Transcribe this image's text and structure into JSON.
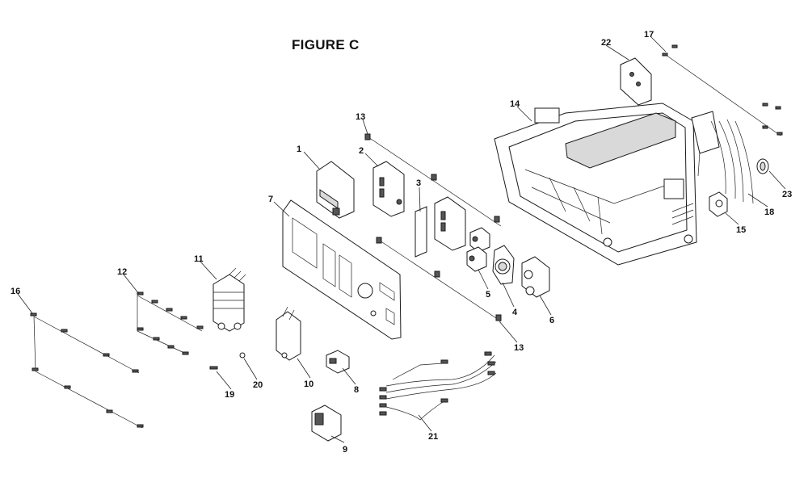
{
  "figure": {
    "title": "FIGURE C"
  },
  "callouts": {
    "c1": "1",
    "c2": "2",
    "c3": "3",
    "c4": "4",
    "c5": "5",
    "c6": "6",
    "c7": "7",
    "c8": "8",
    "c9": "9",
    "c10": "10",
    "c11": "11",
    "c12": "12",
    "c13a": "13",
    "c13b": "13",
    "c14": "14",
    "c15": "15",
    "c16": "16",
    "c17": "17",
    "c18": "18",
    "c19": "19",
    "c20": "20",
    "c21": "21",
    "c22": "22",
    "c23": "23"
  }
}
